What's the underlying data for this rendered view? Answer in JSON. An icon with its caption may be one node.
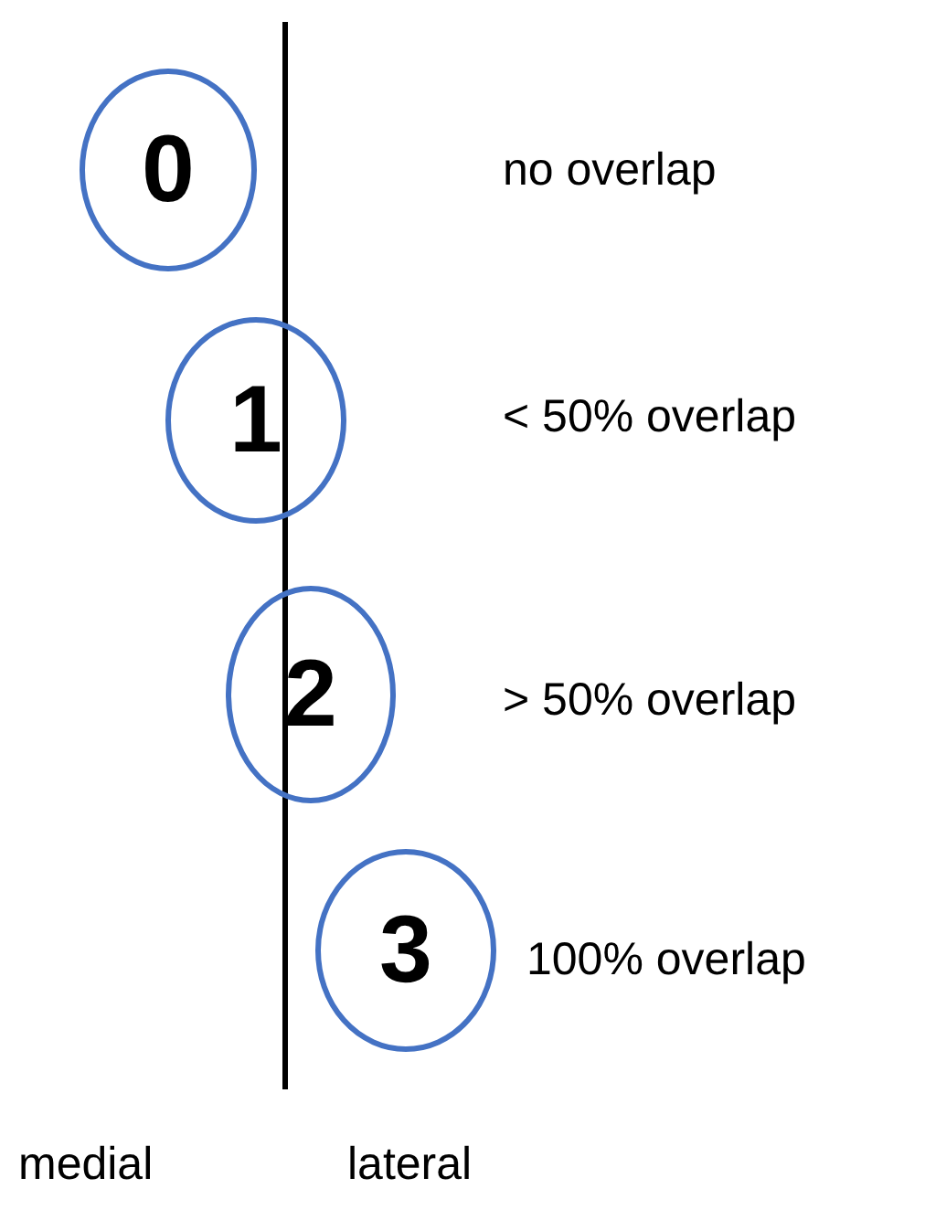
{
  "diagram": {
    "nodes": [
      {
        "text": [
          "0"
        ]
      },
      {
        "text": [
          "1"
        ]
      },
      {
        "text": [
          "2"
        ]
      },
      {
        "text": [
          "3"
        ]
      }
    ],
    "edges": [],
    "labels": [
      "no overlap",
      "< 50% overlap",
      "> 50% overlap",
      "100% overlap",
      "medial",
      "lateral"
    ]
  }
}
